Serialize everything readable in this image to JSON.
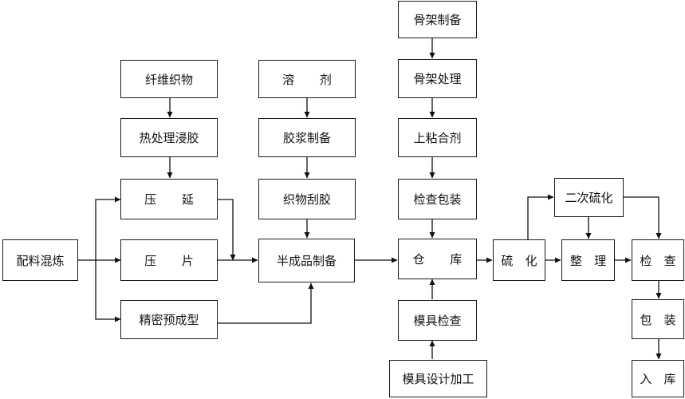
{
  "diagram": {
    "nodes": {
      "mixing": "配料混炼",
      "calendering": "压  延",
      "sheeting": "压  片",
      "precision_preform": "精密预成型",
      "fiber_fabric": "纤维织物",
      "heat_dip": "热处理浸胶",
      "solvent": "溶  剂",
      "glue_prep": "胶浆制备",
      "fabric_coating": "织物刮胶",
      "semi_product": "半成品制备",
      "frame_prep": "骨架制备",
      "frame_treat": "骨架处理",
      "adhesive": "上粘合剂",
      "inspect_pack": "检查包装",
      "warehouse": "仓  库",
      "mold_inspect": "模具检查",
      "mold_design": "模具设计加工",
      "vulcanize": "硫  化",
      "second_vulcanize": "二次硫化",
      "trimming": "整  理",
      "inspection": "检  查",
      "packing": "包  装",
      "storage": "入  库"
    }
  }
}
